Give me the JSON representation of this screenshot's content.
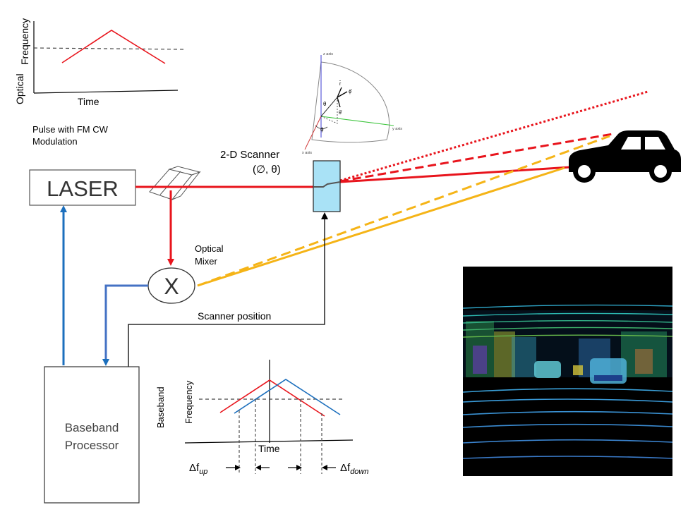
{
  "colors": {
    "laser_red": "#e8141c",
    "return_orange": "#f5b417",
    "control_blue": "#1c6fbd",
    "mixer_blue": "#4472c4",
    "scanner_fill": "#a9e2f6",
    "lidar_bg": "#000000"
  },
  "top_plot": {
    "ylabel_left": "Optical",
    "ylabel_right": "Frequency",
    "xlabel": "Time"
  },
  "pulse_caption": {
    "line1": "Pulse with FM CW",
    "line2": "Modulation"
  },
  "laser": {
    "label": "LASER"
  },
  "scanner": {
    "label": "2-D Scanner",
    "angles": "(∅, θ)"
  },
  "coordinate_inset": {
    "z_axis": "z axis",
    "y_axis": "y axis",
    "x_axis": "x axis",
    "theta": "θ",
    "phi": "ϕ",
    "r_hat": "r̂",
    "phi_hat": "ϕ̂",
    "theta_hat": "θ̂"
  },
  "mixer": {
    "symbol": "X",
    "label_line1": "Optical",
    "label_line2": "Mixer"
  },
  "scanner_position_label": "Scanner position",
  "processor": {
    "line1": "Baseband",
    "line2": "Processor"
  },
  "baseband_plot": {
    "ylabel_left": "Baseband",
    "ylabel_right": "Frequency",
    "xlabel": "Time",
    "delta_up": "Δf",
    "delta_up_sub": "up",
    "delta_down": "Δf",
    "delta_down_sub": "down"
  },
  "icons": [
    "car-icon",
    "beam-splitter-icon"
  ]
}
